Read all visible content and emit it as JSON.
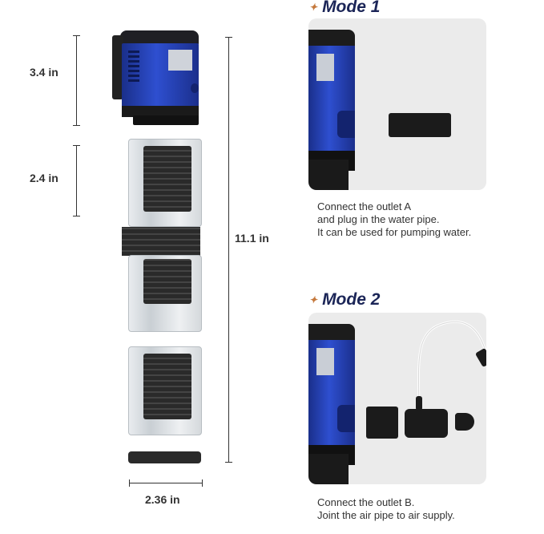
{
  "dimensions": {
    "pump_height": "3.4 in",
    "filter_height": "2.4 in",
    "total_height": "11.1 in",
    "width": "2.36 in"
  },
  "modes": [
    {
      "title": "Mode 1",
      "description": [
        "Connect the outlet A",
        "and plug in the water pipe.",
        "It can be used for pumping water."
      ]
    },
    {
      "title": "Mode 2",
      "description": [
        "Connect the outlet B.",
        "Joint the air pipe to air supply."
      ]
    }
  ],
  "colors": {
    "pump_blue": "#2e4fd0",
    "title": "#1b2557",
    "star": "#c5793d",
    "card": "#ebebeb"
  },
  "icons": {
    "bullet": "star-icon"
  }
}
